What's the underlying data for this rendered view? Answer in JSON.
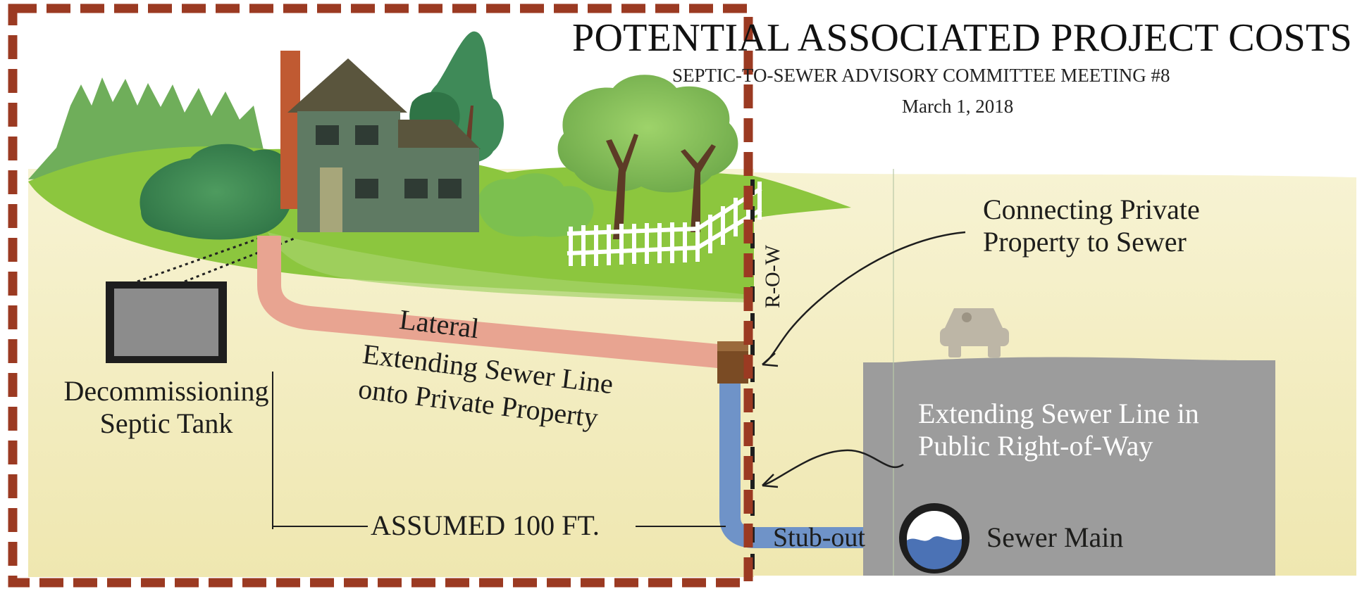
{
  "header": {
    "title": "POTENTIAL ASSOCIATED PROJECT COSTS",
    "subtitle": "SEPTIC-TO-SEWER ADVISORY COMMITTEE MEETING #8",
    "date": "March 1, 2018"
  },
  "labels": {
    "connecting": [
      "Connecting Private",
      "Property to Sewer"
    ],
    "public_row": [
      "Extending Sewer Line in",
      "Public Right-of-Way"
    ],
    "lateral": "Lateral",
    "private_ext": [
      "Extending Sewer Line",
      "onto Private Property"
    ],
    "septic": [
      "Decommissioning",
      "Septic Tank"
    ],
    "row": "R-O-W",
    "assumed": "ASSUMED 100 FT.",
    "stubout": "Stub-out",
    "sewer_main": "Sewer Main"
  },
  "colors": {
    "highlight_border": "#9b3a22",
    "ground": "#f3eec2",
    "grass": "#8cc63e",
    "lateral_pipe": "#e8a491",
    "service_pipe": "#6f93c8",
    "road": "#9c9c9c",
    "house": "#5f7a63",
    "roof": "#5a553d",
    "chimney": "#c05a32"
  }
}
